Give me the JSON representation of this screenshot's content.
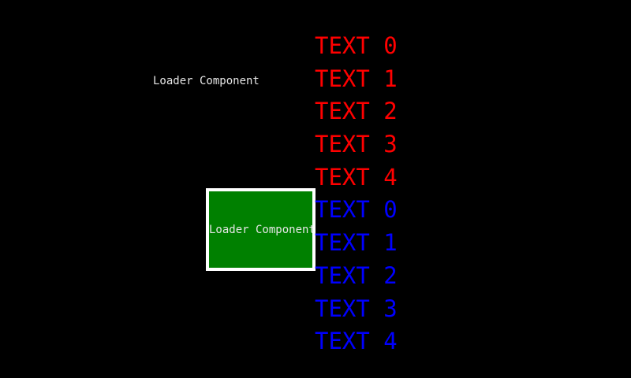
{
  "colors": {
    "bg": "#000000",
    "label": "#e6e6e6",
    "border": "#ffffff",
    "green": "#008000",
    "red": "#ff0000",
    "blue": "#0000ff"
  },
  "labels": {
    "outer_loader": "Loader Component",
    "boxed_loader": "Loader Component"
  },
  "text_list": {
    "red_items": [
      "TEXT 0",
      "TEXT 1",
      "TEXT 2",
      "TEXT 3",
      "TEXT 4"
    ],
    "blue_items": [
      "TEXT 0",
      "TEXT 1",
      "TEXT 2",
      "TEXT 3",
      "TEXT 4"
    ]
  }
}
